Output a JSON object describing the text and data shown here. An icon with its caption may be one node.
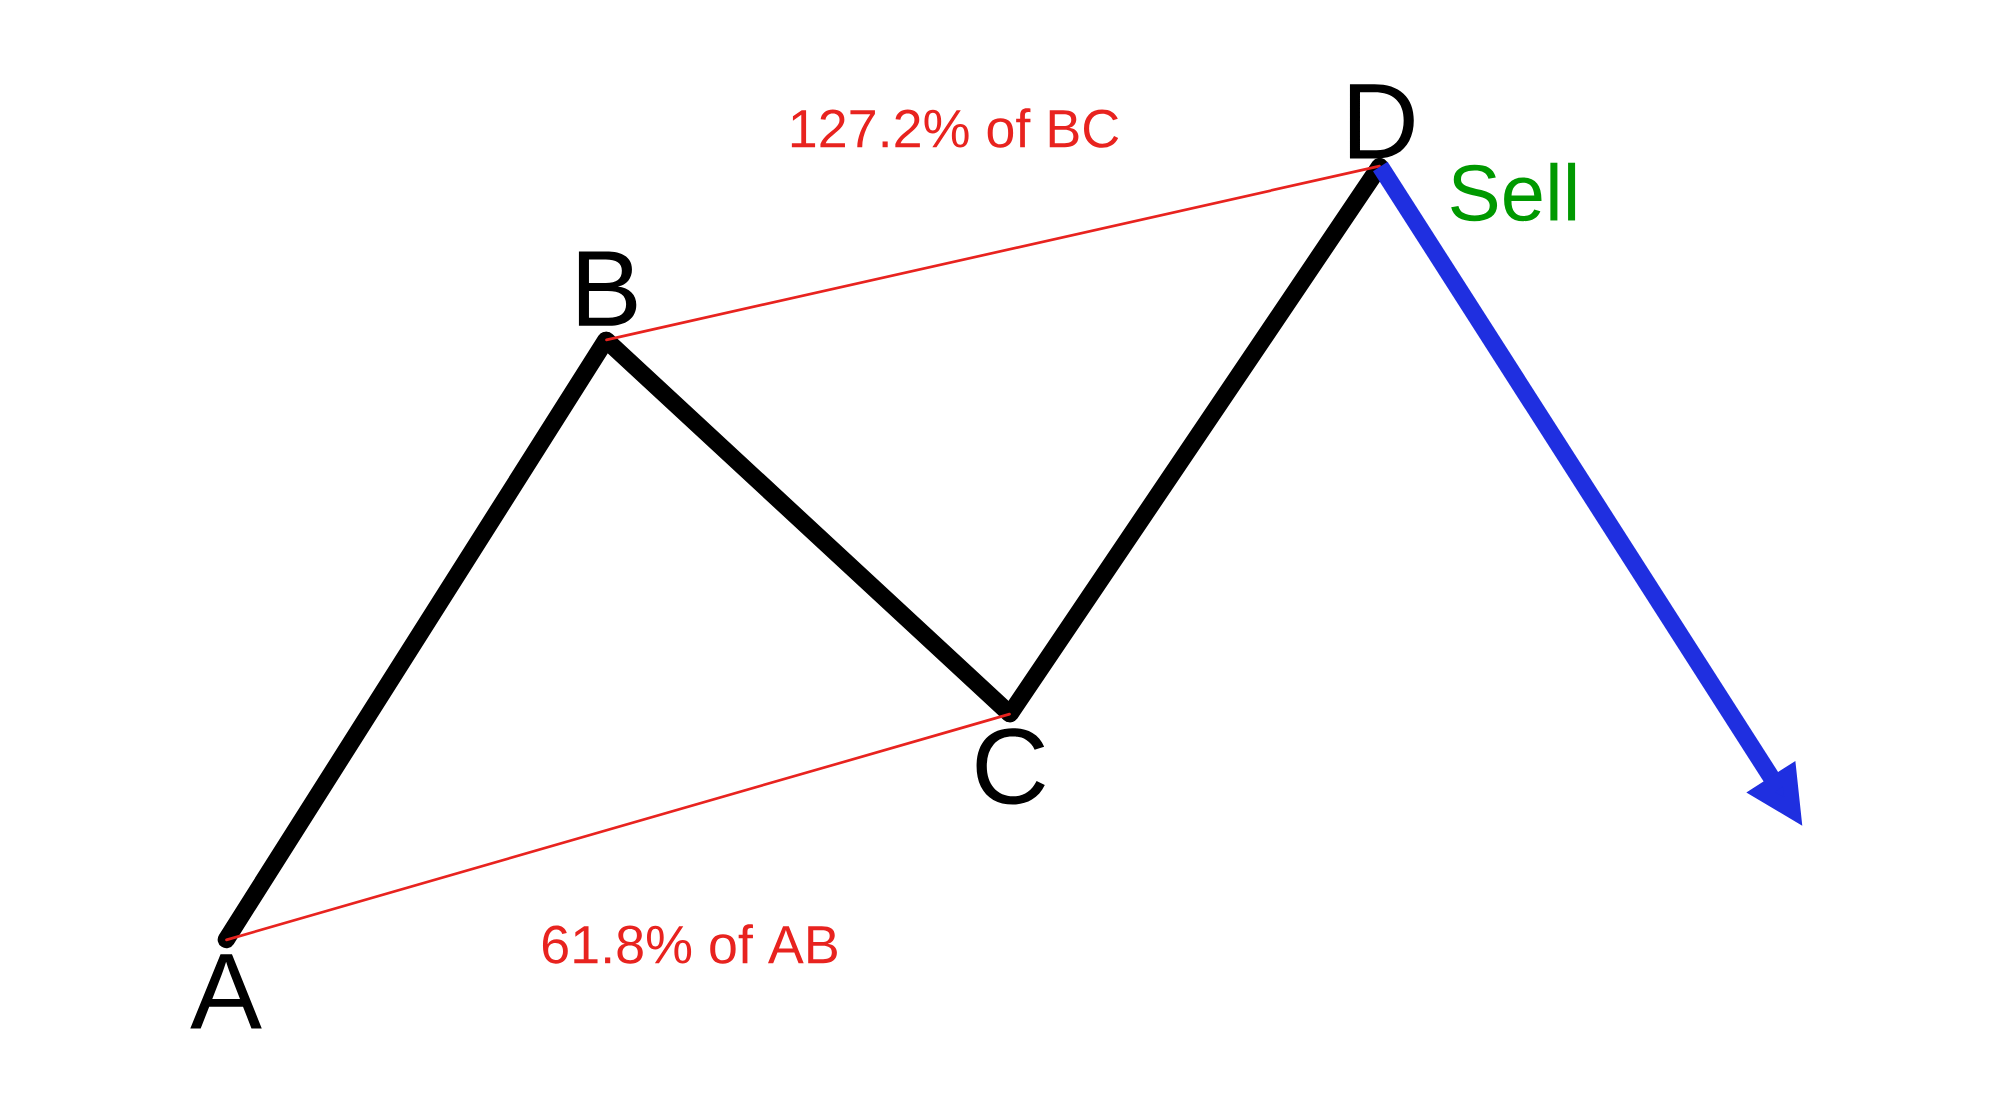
{
  "diagram": {
    "nodes": [
      {
        "text": [
          "A"
        ]
      },
      {
        "text": [
          "B"
        ]
      },
      {
        "text": [
          "C"
        ]
      },
      {
        "text": [
          "D"
        ],
        "beside": [
          "Sell"
        ]
      }
    ],
    "edges": [
      {
        "from": 0,
        "to": 1,
        "arrow": "none"
      },
      {
        "from": 1,
        "to": 2,
        "arrow": "none"
      },
      {
        "from": 2,
        "to": 3,
        "arrow": "none"
      },
      {
        "from": 0,
        "to": 2,
        "arrow": "none",
        "color": "#e8231f",
        "label": "61.8% of AB"
      },
      {
        "from": 1,
        "to": 3,
        "arrow": "none",
        "color": "#e8231f",
        "label": "127.2% of BC"
      },
      {
        "from": 3,
        "to": null,
        "arrow": "to",
        "color": "#1f2fe0"
      }
    ]
  }
}
